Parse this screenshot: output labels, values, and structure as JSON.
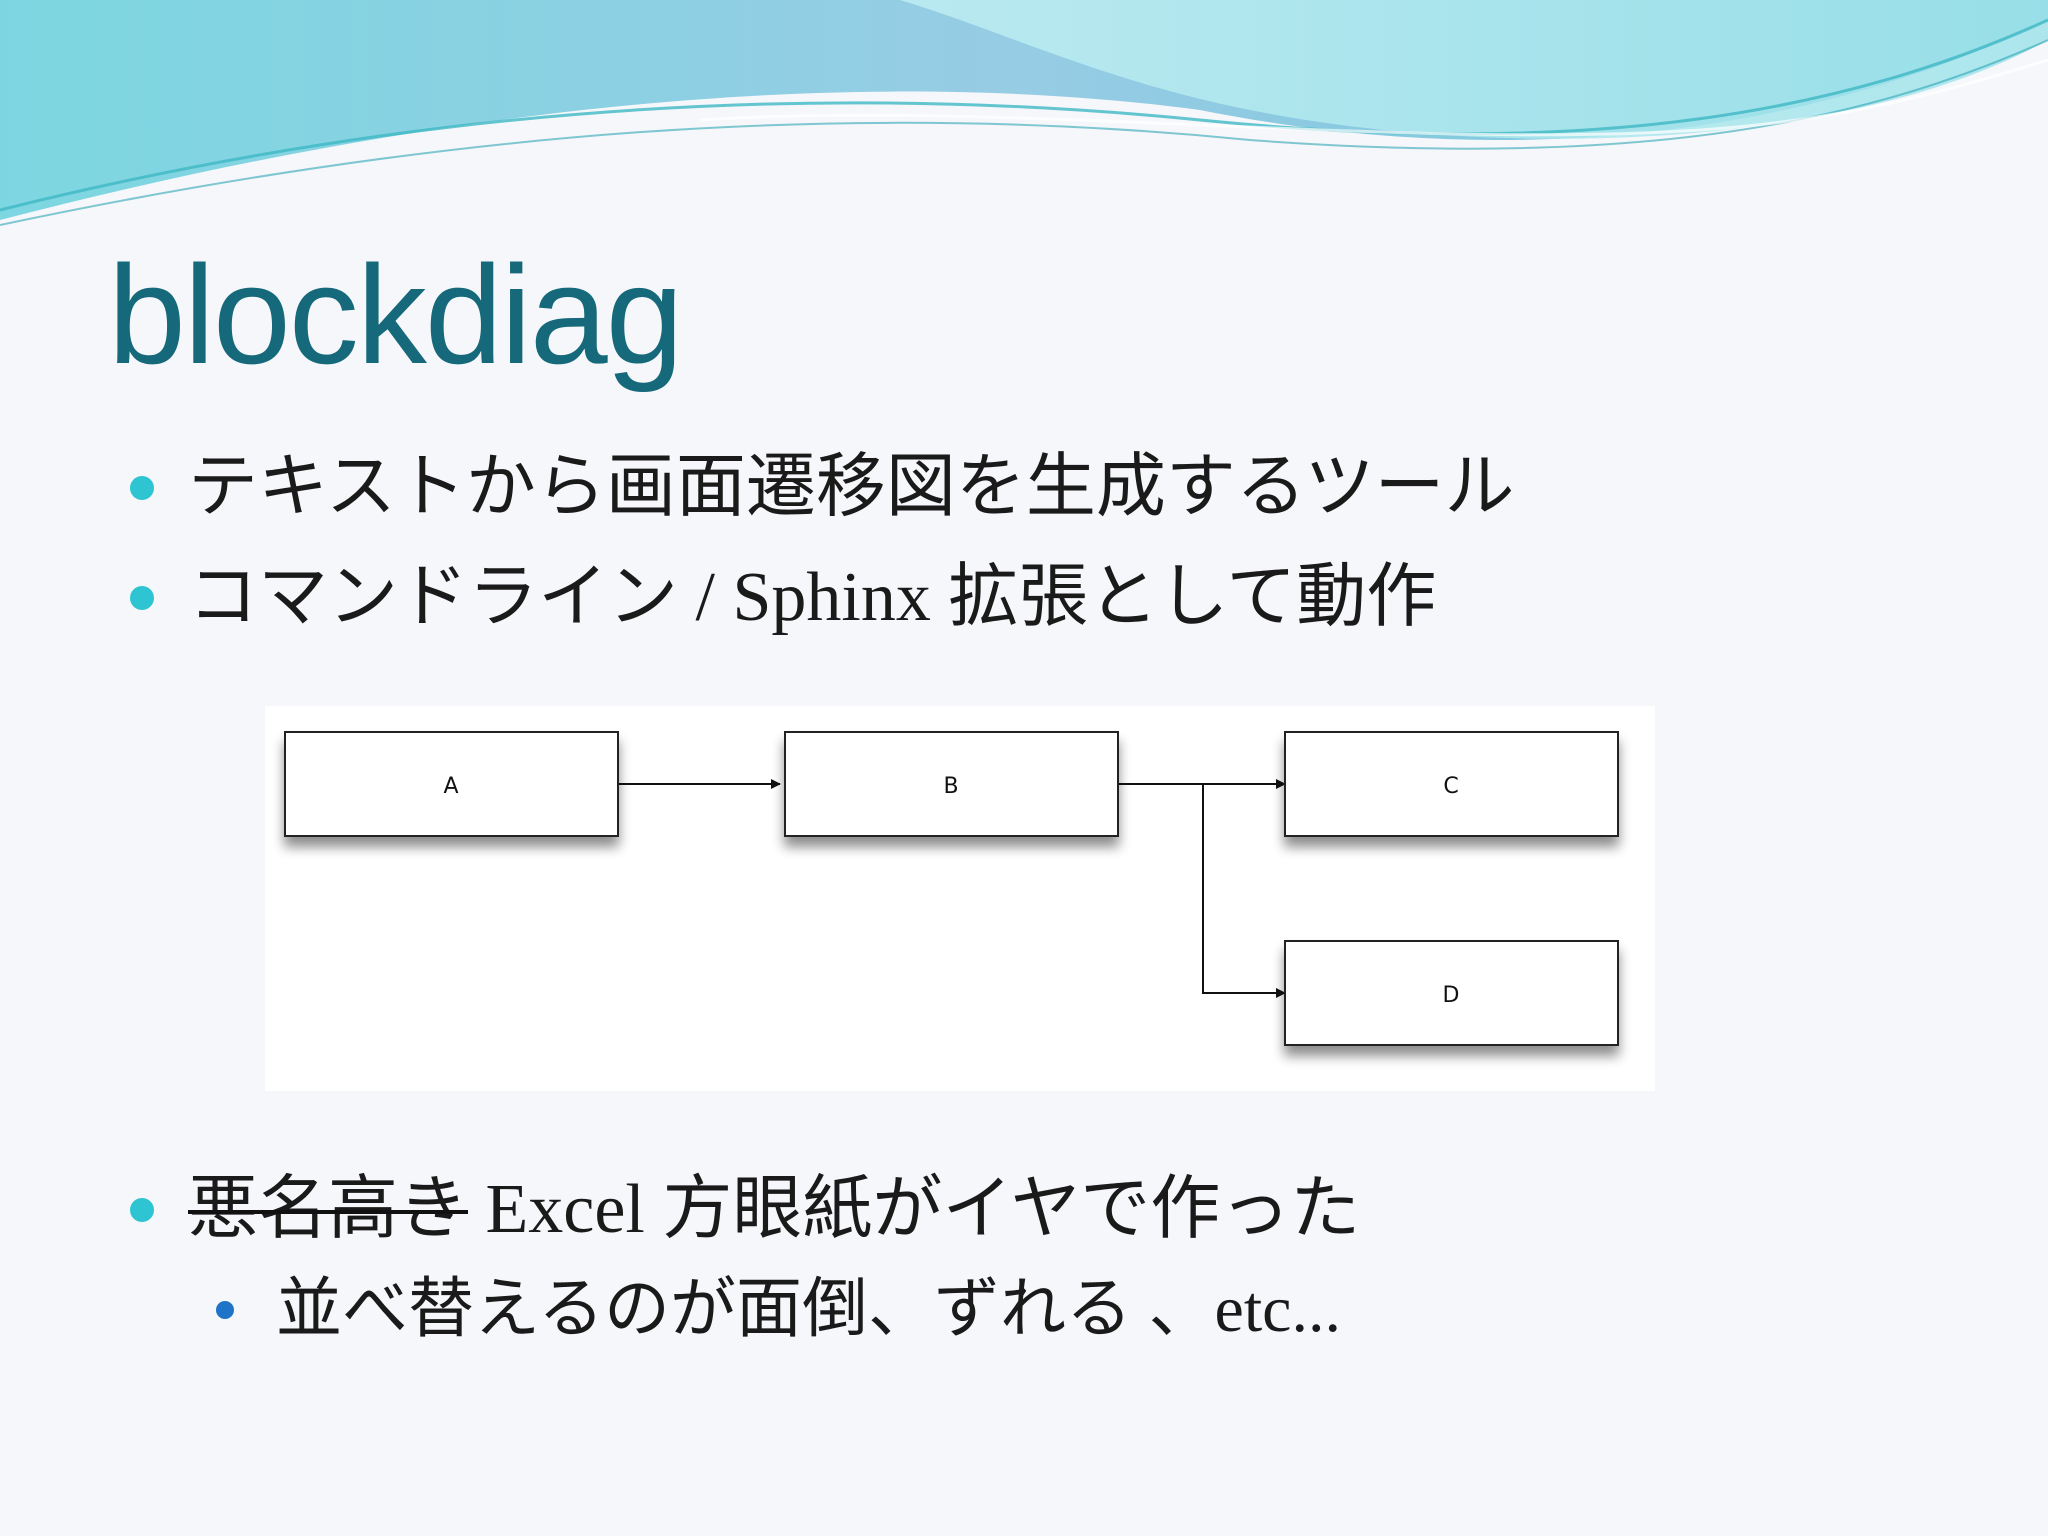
{
  "slide": {
    "title": "blockdiag",
    "bullets": [
      {
        "text": "テキストから画面遷移図を生成するツール"
      },
      {
        "text": "コマンドライン / Sphinx 拡張として動作"
      },
      {
        "strike_text": "悪名高き",
        "text": " Excel 方眼紙がイヤで作った"
      }
    ],
    "sub_bullets": [
      {
        "text": "並べ替えるのが面倒、ずれる 、etc..."
      }
    ]
  },
  "diagram": {
    "nodes": [
      {
        "id": "A",
        "label": "A"
      },
      {
        "id": "B",
        "label": "B"
      },
      {
        "id": "C",
        "label": "C"
      },
      {
        "id": "D",
        "label": "D"
      }
    ],
    "edges": [
      {
        "from": "A",
        "to": "B"
      },
      {
        "from": "B",
        "to": "C"
      },
      {
        "from": "B",
        "to": "D"
      }
    ]
  },
  "theme": {
    "title_color": "#15697a",
    "bullet_color": "#2ec4d1",
    "sub_bullet_color": "#1f74c8",
    "wave_colors": [
      "#7ecde0",
      "#a8e6ec",
      "#4fc7d3"
    ]
  }
}
